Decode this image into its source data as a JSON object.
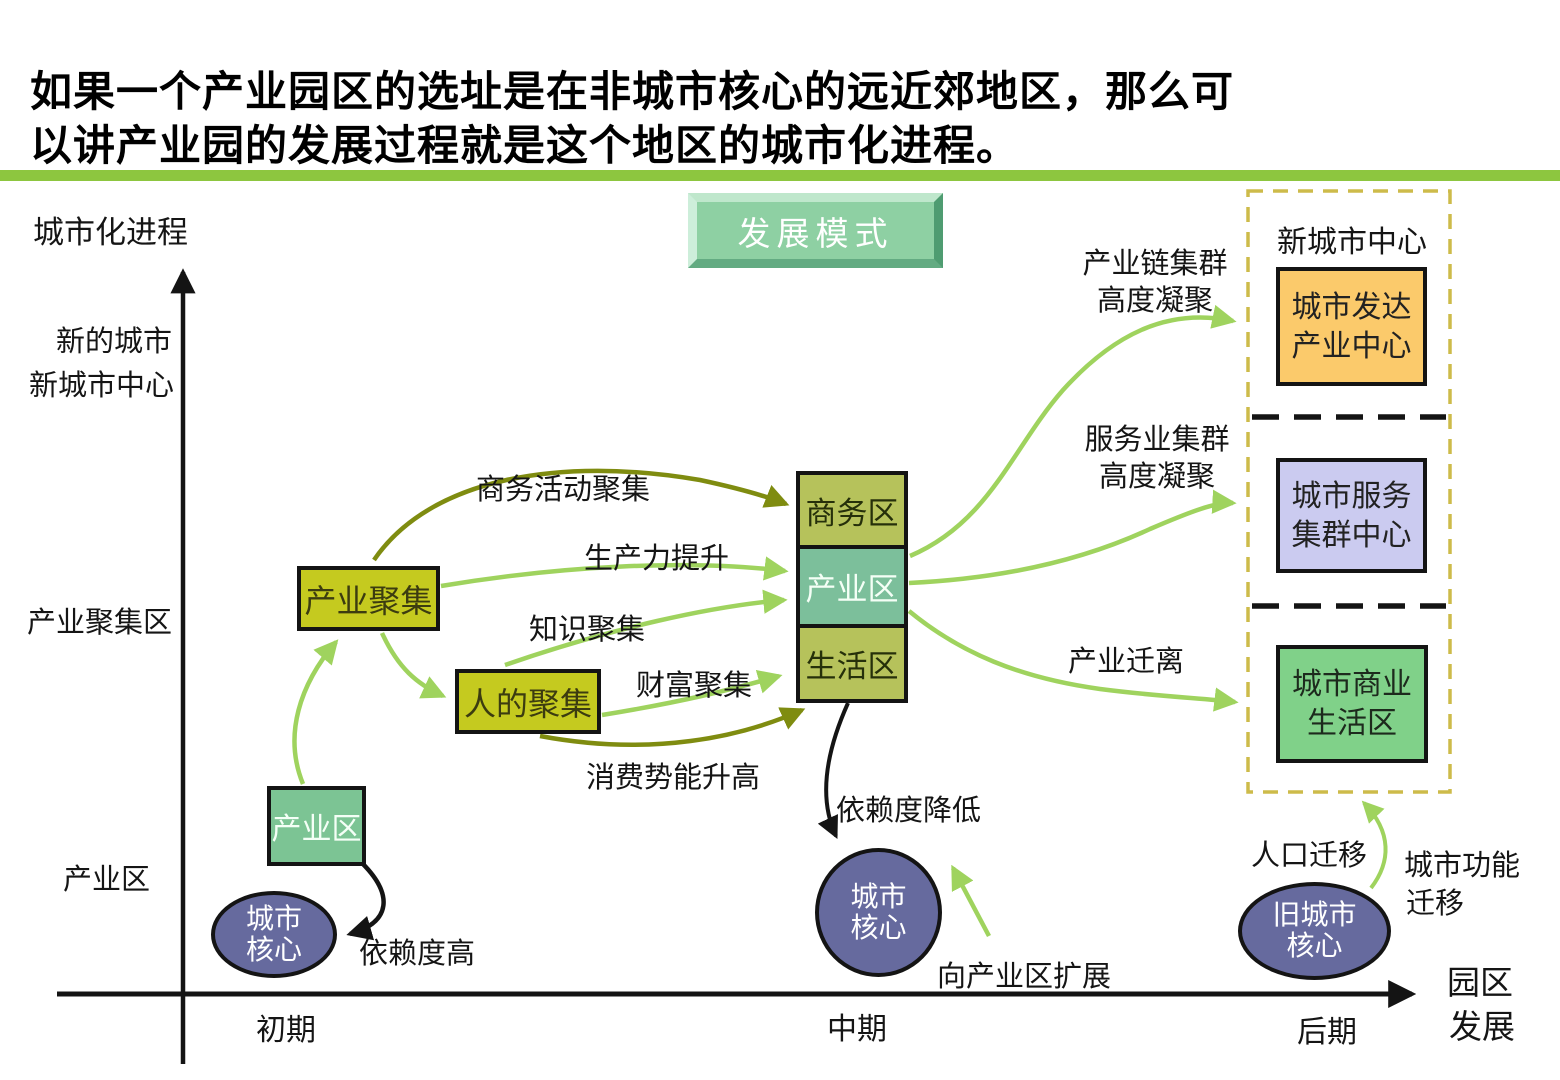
{
  "title": {
    "line1": "如果一个产业园区的选址是在非城市核心的远近郊地区，那么可",
    "line2": "以讲产业园的发展过程就是这个地区的城市化进程。"
  },
  "badge": {
    "label": "发展模式"
  },
  "y_axis": {
    "title": "城市化进程",
    "tick_new_city": "新的城市",
    "tick_new_city_center": "新城市中心",
    "tick_industry_cluster_zone": "产业聚集区",
    "tick_industrial_zone": "产业区"
  },
  "x_axis": {
    "tick_early": "初期",
    "tick_mid": "中期",
    "tick_late": "后期",
    "title_line1": "园区",
    "title_line2": "发展"
  },
  "boxes": {
    "industry_cluster": "产业聚集",
    "people_cluster": "人的聚集",
    "business_district": "商务区",
    "industrial_district": "产业区",
    "living_district": "生活区",
    "early_industrial_district": "产业区"
  },
  "right_panel": {
    "title": "新城市中心",
    "developed_center_line1": "城市发达",
    "developed_center_line2": "产业中心",
    "service_center_line1": "城市服务",
    "service_center_line2": "集群中心",
    "commercial_living_line1": "城市商业",
    "commercial_living_line2": "生活区"
  },
  "ellipses": {
    "early_core_line1": "城市",
    "early_core_line2": "核心",
    "mid_core_line1": "城市",
    "mid_core_line2": "核心",
    "old_core_line1": "旧城市",
    "old_core_line2": "核心"
  },
  "arrow_labels": {
    "business_activity": "商务活动聚集",
    "productivity": "生产力提升",
    "knowledge": "知识聚集",
    "wealth": "财富聚集",
    "consumption": "消费势能升高",
    "dependency_high": "依赖度高",
    "dependency_low": "依赖度降低",
    "expand": "向产业区扩展",
    "chain_cluster_line1": "产业链集群",
    "chain_cluster_line2": "高度凝聚",
    "service_cluster_line1": "服务业集群",
    "service_cluster_line2": "高度凝聚",
    "industry_move": "产业迁离",
    "population_move": "人口迁移",
    "function_move_line1": "城市功能",
    "function_move_line2": "迁移"
  },
  "colors": {
    "title_underline": "#8DC63F",
    "badge_green": "#8ED0A3",
    "yellow_green_box": "#C5CA1F",
    "olive_box": "#B6C25B",
    "teal_box": "#7CBF9B",
    "early_green_box": "#7CC494",
    "orange_box": "#FBCA6B",
    "purple_box": "#CBCBF0",
    "right_green_box": "#80D189",
    "ellipse_purple": "#666A9E",
    "light_green_arrow": "#9FD35E",
    "dark_olive_arrow": "#7F8C10",
    "dashed_panel_border": "#CDBB4A",
    "black": "#141414"
  }
}
